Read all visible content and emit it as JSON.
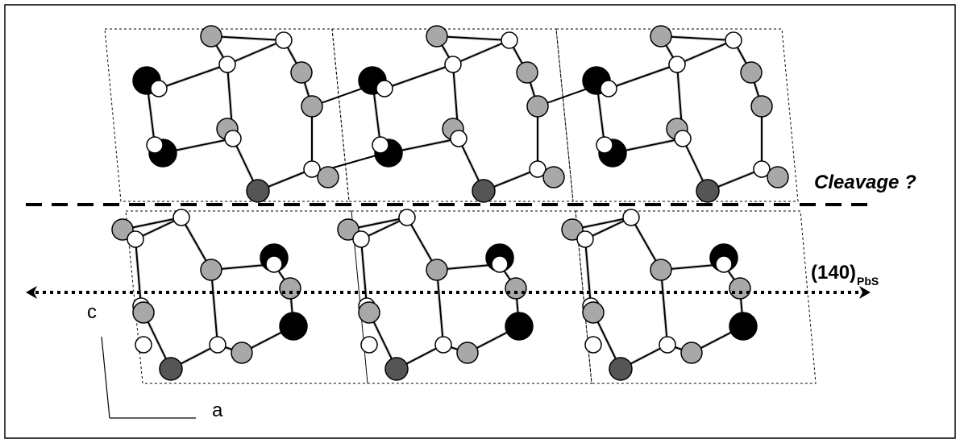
{
  "labels": {
    "cleavage": "Cleavage ?",
    "plane_main": "(140)",
    "plane_sub": "PbS",
    "axis_c": "c",
    "axis_a": "a"
  },
  "colors": {
    "sphere_black": "#000000",
    "sphere_gray": "#a8a8a8",
    "sphere_white": "#ffffff",
    "sphere_dark": "#555555",
    "outline": "#000000"
  }
}
